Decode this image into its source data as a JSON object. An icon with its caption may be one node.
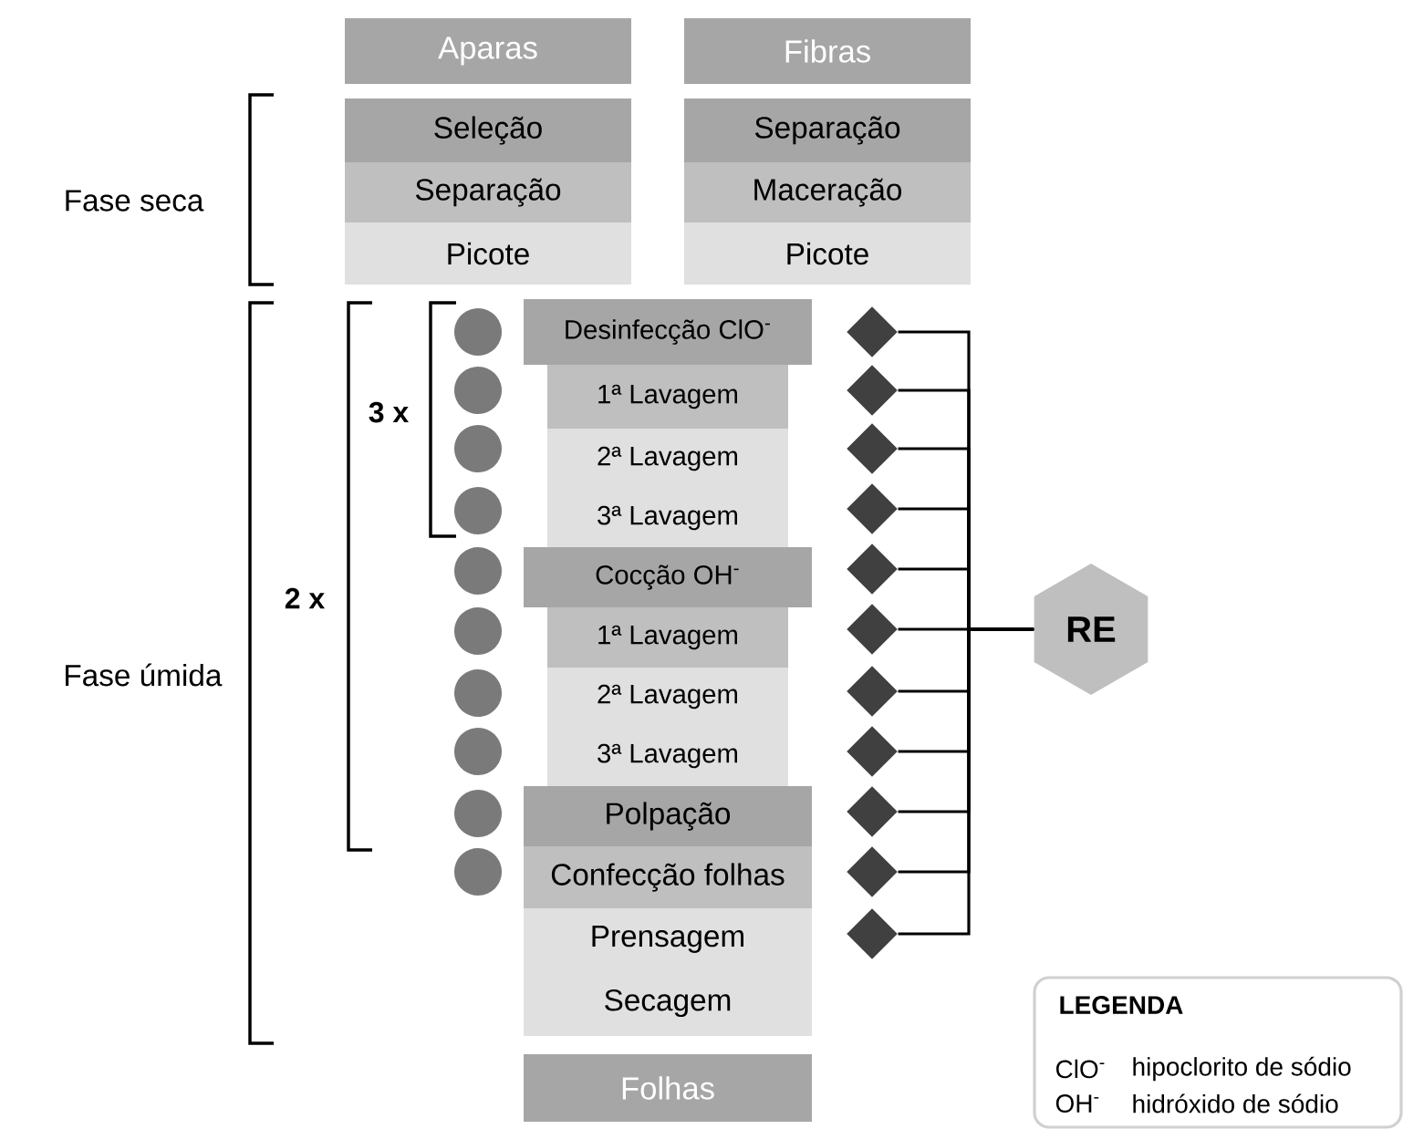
{
  "diagram": {
    "nodes": [
      {
        "text": [
          "Aparas"
        ]
      },
      {
        "text": [
          "Fibras"
        ]
      },
      {
        "text": [
          "Seleção"
        ]
      },
      {
        "text": [
          "Separação"
        ]
      },
      {
        "text": [
          "Picote"
        ]
      },
      {
        "text": [
          "Separação"
        ]
      },
      {
        "text": [
          "Maceração"
        ]
      },
      {
        "text": [
          "Picote"
        ]
      },
      {
        "text": [
          "Desinfecção ClO$^{-}$"
        ]
      },
      {
        "text": [
          "1ª Lavagem"
        ]
      },
      {
        "text": [
          "2ª Lavagem"
        ]
      },
      {
        "text": [
          "3ª Lavagem"
        ]
      },
      {
        "text": [
          "Cocção OH$^{-}$"
        ]
      },
      {
        "text": [
          "1ª Lavagem"
        ]
      },
      {
        "text": [
          "2ª Lavagem"
        ]
      },
      {
        "text": [
          "3ª Lavagem"
        ]
      },
      {
        "text": [
          "Polpação"
        ]
      },
      {
        "text": [
          "Confecção folhas"
        ]
      },
      {
        "text": [
          "Prensagem"
        ]
      },
      {
        "text": [
          "Secagem"
        ]
      },
      {
        "text": [
          "Folhas"
        ]
      },
      {
        "text": [
          "RE"
        ]
      },
      {
        "text": [],
        "shape": "diamond"
      },
      {
        "text": [],
        "shape": "diamond"
      },
      {
        "text": [],
        "shape": "diamond"
      },
      {
        "text": [],
        "shape": "diamond"
      },
      {
        "text": [],
        "shape": "diamond"
      },
      {
        "text": [],
        "shape": "diamond"
      },
      {
        "text": [],
        "shape": "diamond"
      },
      {
        "text": [],
        "shape": "diamond"
      },
      {
        "text": [],
        "shape": "diamond"
      },
      {
        "text": [],
        "shape": "diamond"
      },
      {
        "text": [],
        "shape": "diamond"
      }
    ],
    "edges": [
      {
        "from": 22,
        "to": 21,
        "arrow": "none"
      },
      {
        "from": 23,
        "to": 21,
        "arrow": "none"
      },
      {
        "from": 24,
        "to": 21,
        "arrow": "none"
      },
      {
        "from": 25,
        "to": 21,
        "arrow": "none"
      },
      {
        "from": 26,
        "to": 21,
        "arrow": "none"
      },
      {
        "from": 27,
        "to": 21,
        "arrow": "none"
      },
      {
        "from": 28,
        "to": 21,
        "arrow": "none"
      },
      {
        "from": 29,
        "to": 21,
        "arrow": "none"
      },
      {
        "from": 30,
        "to": 21,
        "arrow": "none"
      },
      {
        "from": 31,
        "to": 21,
        "arrow": "none"
      },
      {
        "from": 32,
        "to": 21,
        "arrow": "none"
      }
    ],
    "labels": [
      "Fase seca",
      "3 x",
      "2 x",
      "Fase úmida",
      "LEGENDA",
      "ClO$^{-}$",
      "hipoclorito de sódio",
      "OH$^{-}$",
      "hidróxido de sódio"
    ]
  }
}
